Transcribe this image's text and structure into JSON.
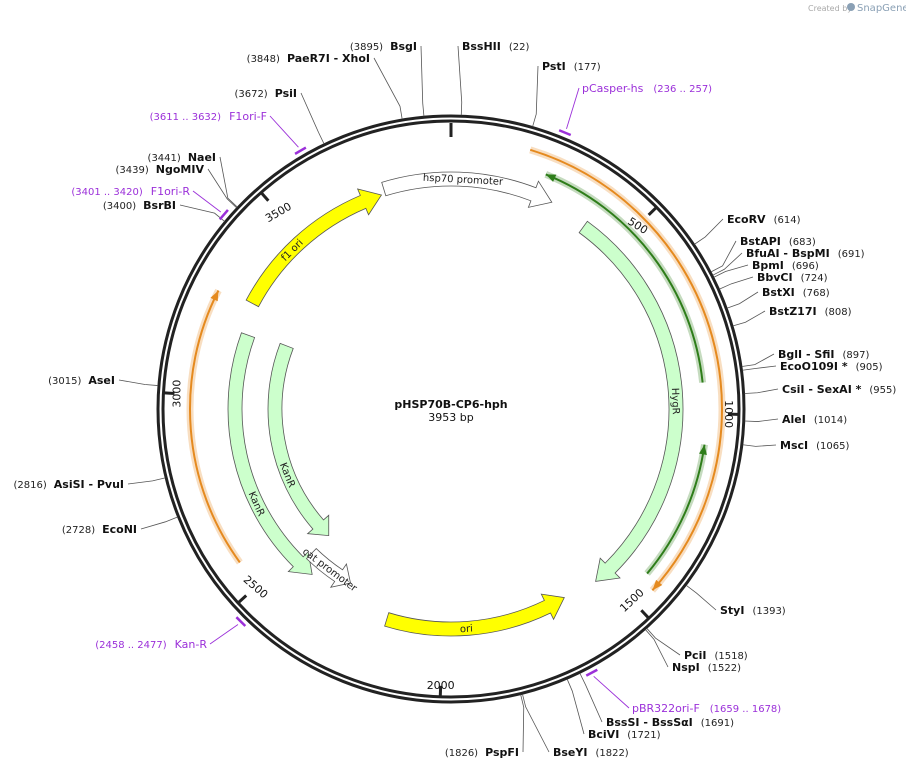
{
  "plasmid": {
    "name": "pHSP70B-CP6-hph",
    "size_label": "3953 bp",
    "length": 3953
  },
  "credit": {
    "prefix": "Created by",
    "brand": "SnapGene"
  },
  "colors": {
    "backbone": "#222222",
    "primer": "#9b30d9",
    "ori": "#ffff00",
    "resistance": "#ccffcc",
    "promoter": "#ffffff",
    "orf_orange": "#e58a1f",
    "orf_green": "#2e7d1a"
  },
  "ticks": [
    {
      "bp": 500,
      "label": "500"
    },
    {
      "bp": 1000,
      "label": "1000"
    },
    {
      "bp": 1500,
      "label": "1500"
    },
    {
      "bp": 2000,
      "label": "2000"
    },
    {
      "bp": 2500,
      "label": "2500"
    },
    {
      "bp": 3000,
      "label": "3000"
    },
    {
      "bp": 3500,
      "label": "3500"
    }
  ],
  "sites": [
    {
      "name": "BsgI",
      "pos": "(3895)",
      "bp": 3895
    },
    {
      "name": "BssHII",
      "pos": "(22)",
      "bp": 22
    },
    {
      "name": "PaeR7I   - XhoI",
      "pos": "(3848)",
      "bp": 3848
    },
    {
      "name": "PstI",
      "pos": "(177)",
      "bp": 177
    },
    {
      "name": "PsiI",
      "pos": "(3672)",
      "bp": 3672
    },
    {
      "name": "NaeI",
      "pos": "(3441)",
      "bp": 3441
    },
    {
      "name": "NgoMIV",
      "pos": "(3439)",
      "bp": 3439
    },
    {
      "name": "BsrBI",
      "pos": "(3400)",
      "bp": 3400
    },
    {
      "name": "EcoRV",
      "pos": "(614)",
      "bp": 614
    },
    {
      "name": "BstAPI",
      "pos": "(683)",
      "bp": 683
    },
    {
      "name": "BfuAI   - BspMI",
      "pos": "(691)",
      "bp": 691
    },
    {
      "name": "BpmI",
      "pos": "(696)",
      "bp": 696
    },
    {
      "name": "BbvCI",
      "pos": "(724)",
      "bp": 724
    },
    {
      "name": "BstXI",
      "pos": "(768)",
      "bp": 768
    },
    {
      "name": "BstZ17I",
      "pos": "(808)",
      "bp": 808
    },
    {
      "name": "BglI   - SfiI",
      "pos": "(897)",
      "bp": 897
    },
    {
      "name": "EcoO109I *",
      "pos": "(905)",
      "bp": 905
    },
    {
      "name": "CsiI   - SexAI *",
      "pos": "(955)",
      "bp": 955
    },
    {
      "name": "AleI",
      "pos": "(1014)",
      "bp": 1014
    },
    {
      "name": "MscI",
      "pos": "(1065)",
      "bp": 1065
    },
    {
      "name": "AseI",
      "pos": "(3015)",
      "bp": 3015
    },
    {
      "name": "AsiSI   - PvuI",
      "pos": "(2816)",
      "bp": 2816
    },
    {
      "name": "EcoNI",
      "pos": "(2728)",
      "bp": 2728
    },
    {
      "name": "StyI",
      "pos": "(1393)",
      "bp": 1393
    },
    {
      "name": "PciI",
      "pos": "(1518)",
      "bp": 1518
    },
    {
      "name": "NspI",
      "pos": "(1522)",
      "bp": 1522
    },
    {
      "name": "BssSI   - BssSαI",
      "pos": "(1691)",
      "bp": 1691
    },
    {
      "name": "BciVI",
      "pos": "(1721)",
      "bp": 1721
    },
    {
      "name": "BseYI",
      "pos": "(1822)",
      "bp": 1822
    },
    {
      "name": "PspFI",
      "pos": "(1826)",
      "bp": 1826
    }
  ],
  "primers": [
    {
      "name": "pCasper-hs",
      "pos": "(236 .. 257)",
      "bp": 246
    },
    {
      "name": "F1ori-F",
      "pos": "(3611 .. 3632)",
      "bp": 3621
    },
    {
      "name": "F1ori-R",
      "pos": "(3401 .. 3420)",
      "bp": 3410
    },
    {
      "name": "Kan-R",
      "pos": "(2458 .. 2477)",
      "bp": 2467
    },
    {
      "name": "pBR322ori-F",
      "pos": "(1659 .. 1678)",
      "bp": 1668
    }
  ],
  "features": [
    {
      "name": "hsp70 promoter",
      "kind": "promoter"
    },
    {
      "name": "f1 ori",
      "kind": "ori"
    },
    {
      "name": "HygR",
      "kind": "resistance"
    },
    {
      "name": "KanR",
      "kind": "resistance"
    },
    {
      "name": "KanR",
      "kind": "resistance"
    },
    {
      "name": "cat promoter",
      "kind": "promoter"
    },
    {
      "name": "ori",
      "kind": "ori"
    }
  ]
}
